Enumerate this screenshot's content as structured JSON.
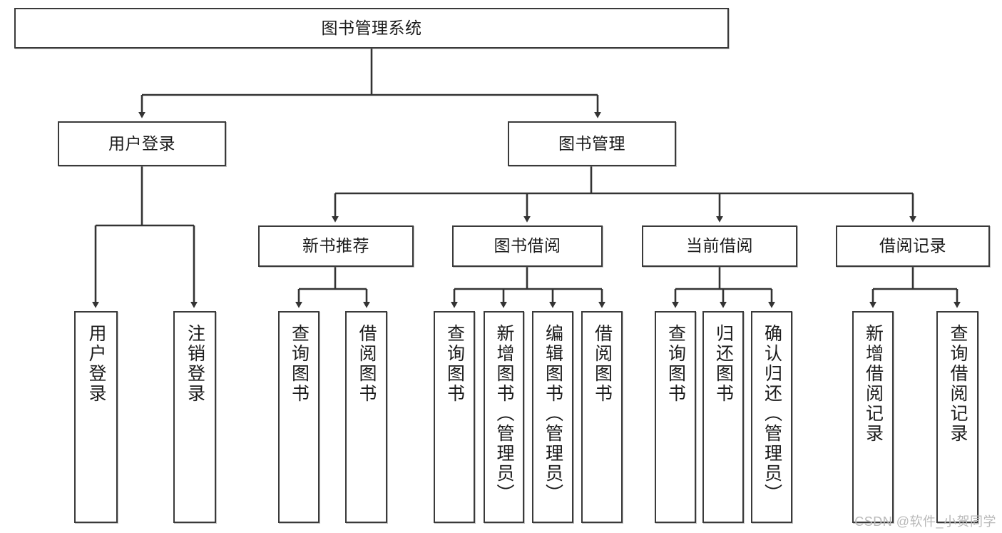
{
  "diagram": {
    "title": "图书管理系统",
    "type": "tree-hierarchy",
    "watermark": "CSDN @软件_小贺同学",
    "colors": {
      "node_border": "#3a3a3a",
      "node_fill": "#ffffff",
      "edge": "#333333",
      "text": "#1b1b1b",
      "watermark": "#b9b9b9",
      "background": "#ffffff"
    },
    "nodes": {
      "root": {
        "label": "图书管理系统"
      },
      "level2": [
        {
          "id": "user-login",
          "label": "用户登录"
        },
        {
          "id": "book-manage",
          "label": "图书管理"
        }
      ],
      "level3": [
        {
          "id": "new-book-recommend",
          "label": "新书推荐"
        },
        {
          "id": "book-borrow",
          "label": "图书借阅"
        },
        {
          "id": "current-borrow",
          "label": "当前借阅"
        },
        {
          "id": "borrow-record",
          "label": "借阅记录"
        }
      ],
      "leaves": [
        {
          "id": "leaf-user-login",
          "label": "用户登录"
        },
        {
          "id": "leaf-logout-login",
          "label": "注销登录"
        },
        {
          "id": "leaf-query-book-1",
          "label": "查询图书"
        },
        {
          "id": "leaf-borrow-book-1",
          "label": "借阅图书"
        },
        {
          "id": "leaf-query-book-2",
          "label": "查询图书"
        },
        {
          "id": "leaf-add-book",
          "label": "新增图书（管理员）"
        },
        {
          "id": "leaf-edit-book",
          "label": "编辑图书（管理员）"
        },
        {
          "id": "leaf-borrow-book-2",
          "label": "借阅图书"
        },
        {
          "id": "leaf-query-book-3",
          "label": "查询图书"
        },
        {
          "id": "leaf-return-book",
          "label": "归还图书"
        },
        {
          "id": "leaf-confirm-return",
          "label": "确认归还（管理员）"
        },
        {
          "id": "leaf-add-borrow-record",
          "label": "新增借阅记录"
        },
        {
          "id": "leaf-query-borrow-record",
          "label": "查询借阅记录"
        }
      ]
    }
  }
}
